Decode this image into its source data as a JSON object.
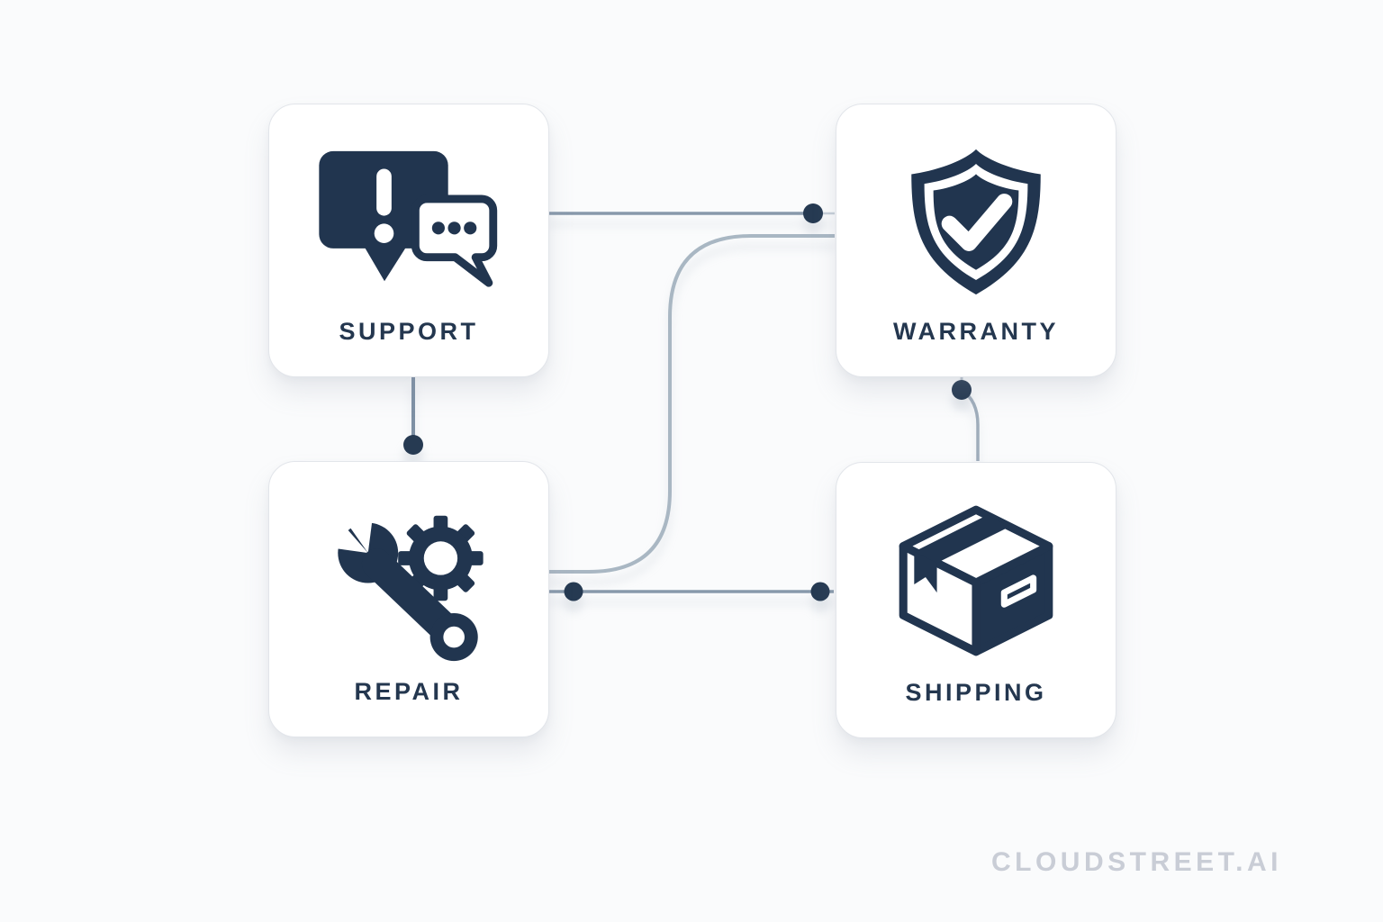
{
  "watermark": "CLOUDSTREET.AI",
  "colors": {
    "background": "#fafbfc",
    "icon_navy": "#21354f",
    "label_text": "#24374f",
    "connector": "#8899ab",
    "connector_curve": "#a9b7c3",
    "connector_vertical": "#7e90a4",
    "connector_dot": "#263a52",
    "card_border": "#e2e5ea",
    "watermark_gray": "#c9cdd6"
  },
  "diagram": {
    "nodes": [
      {
        "id": "support",
        "label": "SUPPORT",
        "icon": "chat-alert-icon"
      },
      {
        "id": "warranty",
        "label": "WARRANTY",
        "icon": "shield-check-icon"
      },
      {
        "id": "repair",
        "label": "REPAIR",
        "icon": "wrench-gear-icon"
      },
      {
        "id": "shipping",
        "label": "SHIPPING",
        "icon": "package-box-icon"
      }
    ],
    "edges": [
      {
        "from": "support",
        "to": "warranty"
      },
      {
        "from": "support",
        "to": "repair"
      },
      {
        "from": "warranty",
        "to": "repair"
      },
      {
        "from": "repair",
        "to": "shipping"
      },
      {
        "from": "warranty",
        "to": "shipping"
      }
    ]
  }
}
